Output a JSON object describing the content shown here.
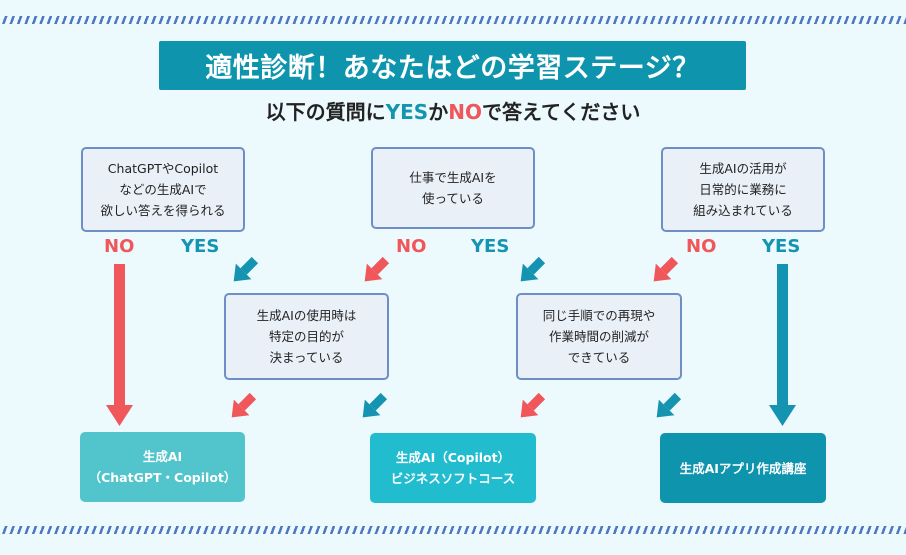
{
  "header": {
    "title": "適性診断！あなたはどの学習ステージ？",
    "subtitle_pre": "以下の質問に",
    "subtitle_yes": "YES",
    "subtitle_mid": "か",
    "subtitle_no": "NO",
    "subtitle_post": "で答えてください"
  },
  "questions": [
    {
      "text": "ChatGPTやCopilot\nなどの生成AIで\n欲しい答えを得られる"
    },
    {
      "text": "仕事で生成AIを\n使っている"
    },
    {
      "text": "生成AIの活用が\n日常的に業務に\n組み込まれている"
    },
    {
      "text": "生成AIの使用時は\n特定の目的が\n決まっている"
    },
    {
      "text": "同じ手順での再現や\n作業時間の削減が\nできている"
    }
  ],
  "labels": {
    "no": "NO",
    "yes": "YES"
  },
  "results": [
    {
      "text": "生成AI\n（ChatGPT・Copilot）",
      "color": "#52c4cb"
    },
    {
      "text": "生成AI（Copilot）\nビジネスソフトコース",
      "color": "#22bccf"
    },
    {
      "text": "生成AIアプリ作成講座",
      "color": "#0f94ad"
    }
  ],
  "colors": {
    "yes": "#1494b0",
    "no": "#f0575a",
    "title_bg": "#0f94ad",
    "stripe": "#4e79c2"
  }
}
